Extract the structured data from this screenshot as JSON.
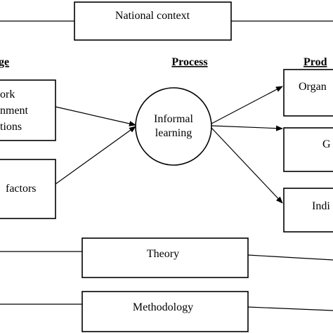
{
  "diagram": {
    "context": {
      "national": "National context"
    },
    "headers": {
      "stage": "ge",
      "process": "Process",
      "products": "Prod"
    },
    "stage": {
      "work_env": [
        "ork",
        "nment",
        "tions"
      ],
      "factors": "factors"
    },
    "process": {
      "node": [
        "Informal",
        "learning"
      ]
    },
    "products": {
      "organization": "Organ",
      "group": "G",
      "individual": "Indi"
    },
    "frame": {
      "theory": "Theory",
      "methodology": "Methodology"
    }
  }
}
